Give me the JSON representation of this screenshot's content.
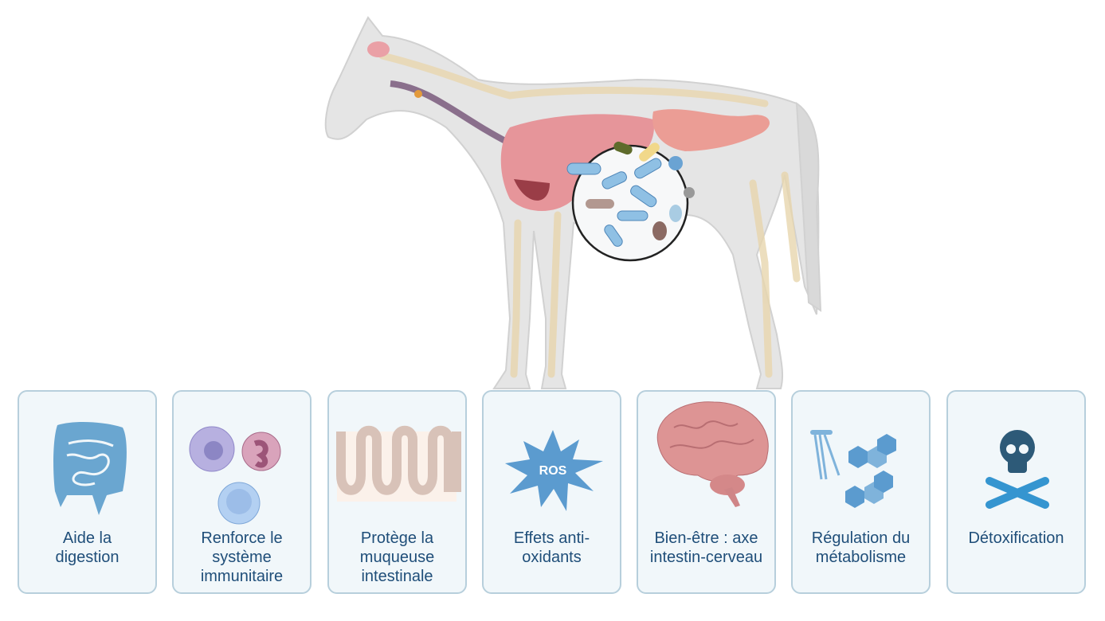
{
  "illustration": {
    "subject": "horse-anatomy-with-gut-microbiota",
    "colors": {
      "body": "#e6e6e6",
      "skeleton": "#efe2c4",
      "organs": "#e89a9e",
      "bacteria": "#7fb3db"
    }
  },
  "cards": [
    {
      "icon": "intestine-icon",
      "label": "Aide la digestion",
      "lines": [
        "Aide la",
        "digestion"
      ]
    },
    {
      "icon": "immune-cells-icon",
      "label": "Renforce le système immunitaire",
      "lines": [
        "Renforce le",
        "système",
        "immunitaire"
      ]
    },
    {
      "icon": "intestinal-mucosa-icon",
      "label": "Protège la muqueuse intestinale",
      "lines": [
        "Protège la",
        "muqueuse",
        "intestinale"
      ]
    },
    {
      "icon": "ros-burst-icon",
      "label": "Effets anti-oxidants",
      "lines": [
        "Effets anti-",
        "oxidants"
      ],
      "icon_text": "ROS"
    },
    {
      "icon": "brain-icon",
      "label": "Bien-être : axe intestin-cerveau",
      "lines": [
        "Bien-être : axe",
        "intestin-cerveau"
      ]
    },
    {
      "icon": "molecules-icon",
      "label": "Régulation du métabolisme",
      "lines": [
        "Régulation du",
        "métabolisme"
      ]
    },
    {
      "icon": "skull-crossbones-icon",
      "label": "Détoxification",
      "lines": [
        "Détoxification"
      ]
    }
  ],
  "colors": {
    "card_border": "#b7cfdc",
    "card_bg": "#f1f7fa",
    "text": "#1f4e79",
    "icon_blue": "#5b9bcf"
  }
}
